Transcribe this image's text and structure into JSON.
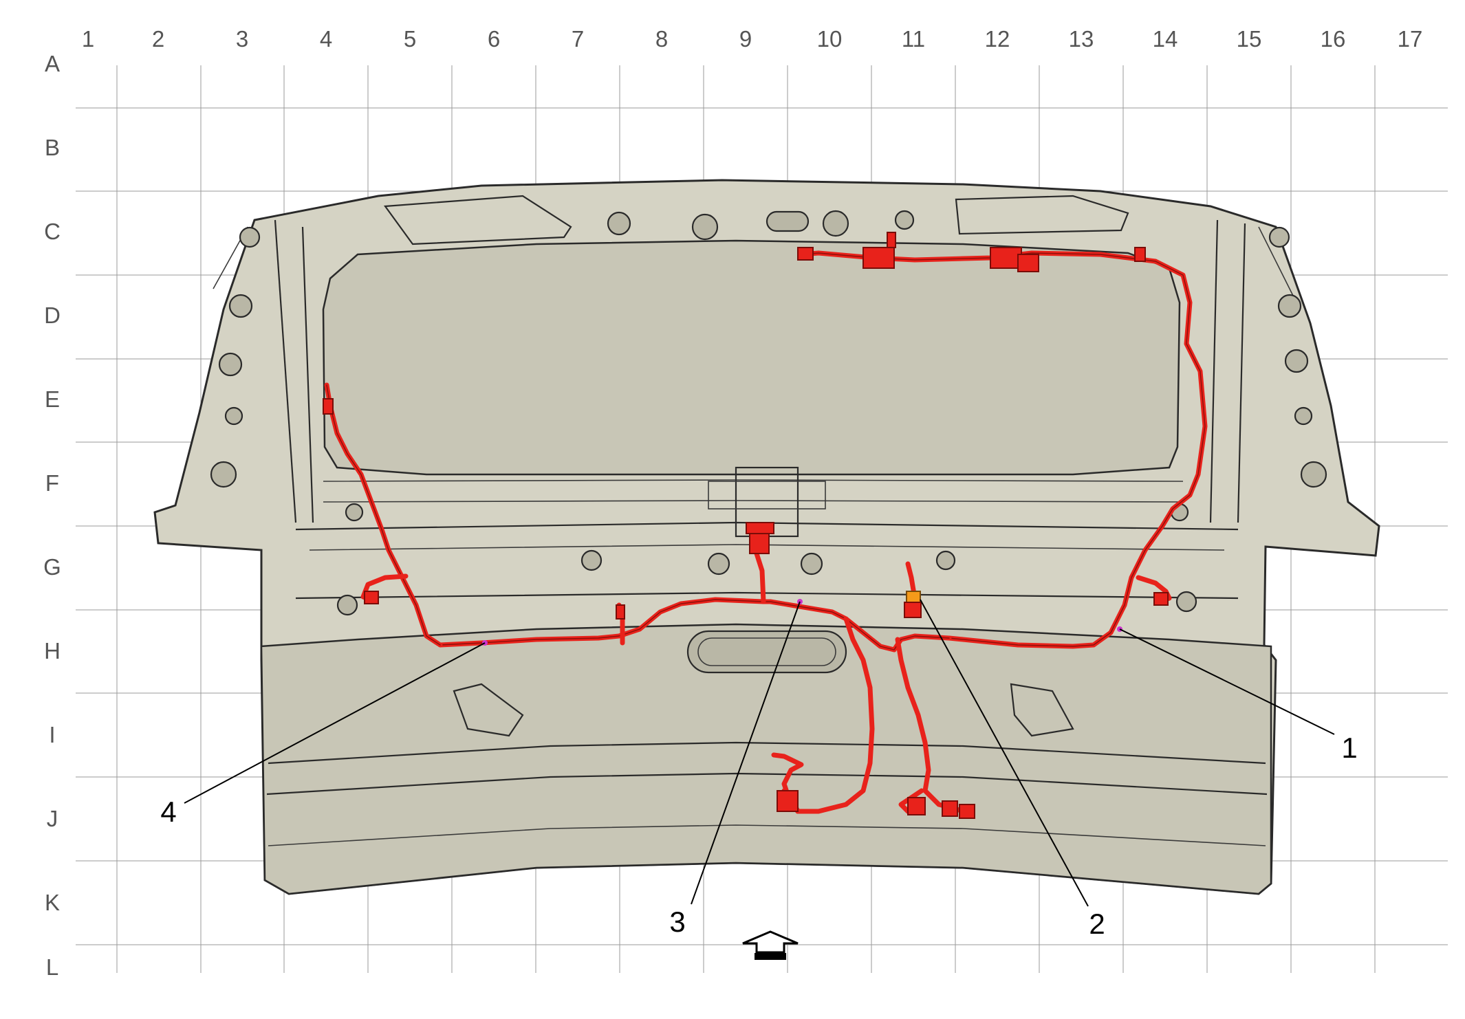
{
  "grid": {
    "columns": [
      "1",
      "2",
      "3",
      "4",
      "5",
      "6",
      "7",
      "8",
      "9",
      "10",
      "11",
      "12",
      "13",
      "14",
      "15",
      "16",
      "17"
    ],
    "rows": [
      "A",
      "B",
      "C",
      "D",
      "E",
      "F",
      "G",
      "H",
      "I",
      "J",
      "K",
      "L"
    ]
  },
  "callouts": [
    {
      "label": "1"
    },
    {
      "label": "2"
    },
    {
      "label": "3"
    },
    {
      "label": "4"
    }
  ],
  "colors": {
    "harness": "#e8221b",
    "panel": "#d5d3c4",
    "grid": "#9a9a9a",
    "connector_highlight": "#f59a1a",
    "locator_dot": "#cc33cc"
  },
  "icons": {
    "direction_arrow": "forward-arrow-icon"
  }
}
